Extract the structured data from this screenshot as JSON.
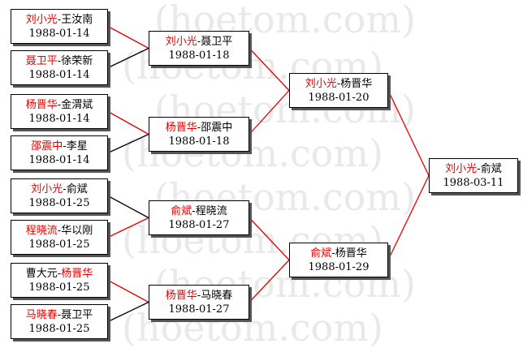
{
  "watermark": {
    "text": "(hoetom.com)",
    "color": "#e9e9e9"
  },
  "colors": {
    "winner": "#e60000",
    "loser": "#000000",
    "winner_line": "#e60000",
    "loser_line": "#000000"
  },
  "rounds": [
    {
      "name": "round1",
      "matches": [
        {
          "a": "刘小光",
          "b": "王汝南",
          "winner": "a",
          "date": "1988-01-14"
        },
        {
          "a": "聂卫平",
          "b": "徐荣新",
          "winner": "a",
          "date": "1988-01-14"
        },
        {
          "a": "杨晋华",
          "b": "金渭斌",
          "winner": "a",
          "date": "1988-01-14"
        },
        {
          "a": "邵震中",
          "b": "李星",
          "winner": "a",
          "date": "1988-01-14"
        },
        {
          "a": "刘小光",
          "b": "俞斌",
          "winner": "a",
          "date": "1988-01-25"
        },
        {
          "a": "程晓流",
          "b": "华以刚",
          "winner": "a",
          "date": "1988-01-25"
        },
        {
          "a": "曹大元",
          "b": "杨晋华",
          "winner": "b",
          "date": "1988-01-25"
        },
        {
          "a": "马晓春",
          "b": "聂卫平",
          "winner": "a",
          "date": "1988-01-25"
        }
      ]
    },
    {
      "name": "round2",
      "matches": [
        {
          "a": "刘小光",
          "b": "聂卫平",
          "winner": "a",
          "date": "1988-01-18"
        },
        {
          "a": "杨晋华",
          "b": "邵震中",
          "winner": "a",
          "date": "1988-01-18"
        },
        {
          "a": "俞斌",
          "b": "程晓流",
          "winner": "a",
          "date": "1988-01-27"
        },
        {
          "a": "杨晋华",
          "b": "马晓春",
          "winner": "a",
          "date": "1988-01-27"
        }
      ]
    },
    {
      "name": "round3",
      "matches": [
        {
          "a": "刘小光",
          "b": "杨晋华",
          "winner": "a",
          "date": "1988-01-20"
        },
        {
          "a": "俞斌",
          "b": "杨晋华",
          "winner": "a",
          "date": "1988-01-29"
        }
      ]
    },
    {
      "name": "final",
      "matches": [
        {
          "a": "刘小光",
          "b": "俞斌",
          "winner": "a",
          "date": "1988-03-11"
        }
      ]
    }
  ],
  "connectors": [
    {
      "from": [
        0,
        0
      ],
      "to": [
        1,
        0
      ],
      "advanced": true
    },
    {
      "from": [
        0,
        1
      ],
      "to": [
        1,
        0
      ],
      "advanced": false
    },
    {
      "from": [
        0,
        2
      ],
      "to": [
        1,
        1
      ],
      "advanced": true
    },
    {
      "from": [
        0,
        3
      ],
      "to": [
        1,
        1
      ],
      "advanced": false
    },
    {
      "from": [
        0,
        4
      ],
      "to": [
        1,
        2
      ],
      "advanced": false
    },
    {
      "from": [
        0,
        5
      ],
      "to": [
        1,
        2
      ],
      "advanced": true
    },
    {
      "from": [
        0,
        6
      ],
      "to": [
        1,
        3
      ],
      "advanced": true
    },
    {
      "from": [
        0,
        7
      ],
      "to": [
        1,
        3
      ],
      "advanced": false
    },
    {
      "from": [
        1,
        0
      ],
      "to": [
        2,
        0
      ],
      "advanced": true
    },
    {
      "from": [
        1,
        1
      ],
      "to": [
        2,
        0
      ],
      "advanced": true
    },
    {
      "from": [
        1,
        2
      ],
      "to": [
        2,
        1
      ],
      "advanced": true
    },
    {
      "from": [
        1,
        3
      ],
      "to": [
        2,
        1
      ],
      "advanced": true
    },
    {
      "from": [
        2,
        0
      ],
      "to": [
        3,
        0
      ],
      "advanced": true
    },
    {
      "from": [
        2,
        1
      ],
      "to": [
        3,
        0
      ],
      "advanced": true
    }
  ]
}
